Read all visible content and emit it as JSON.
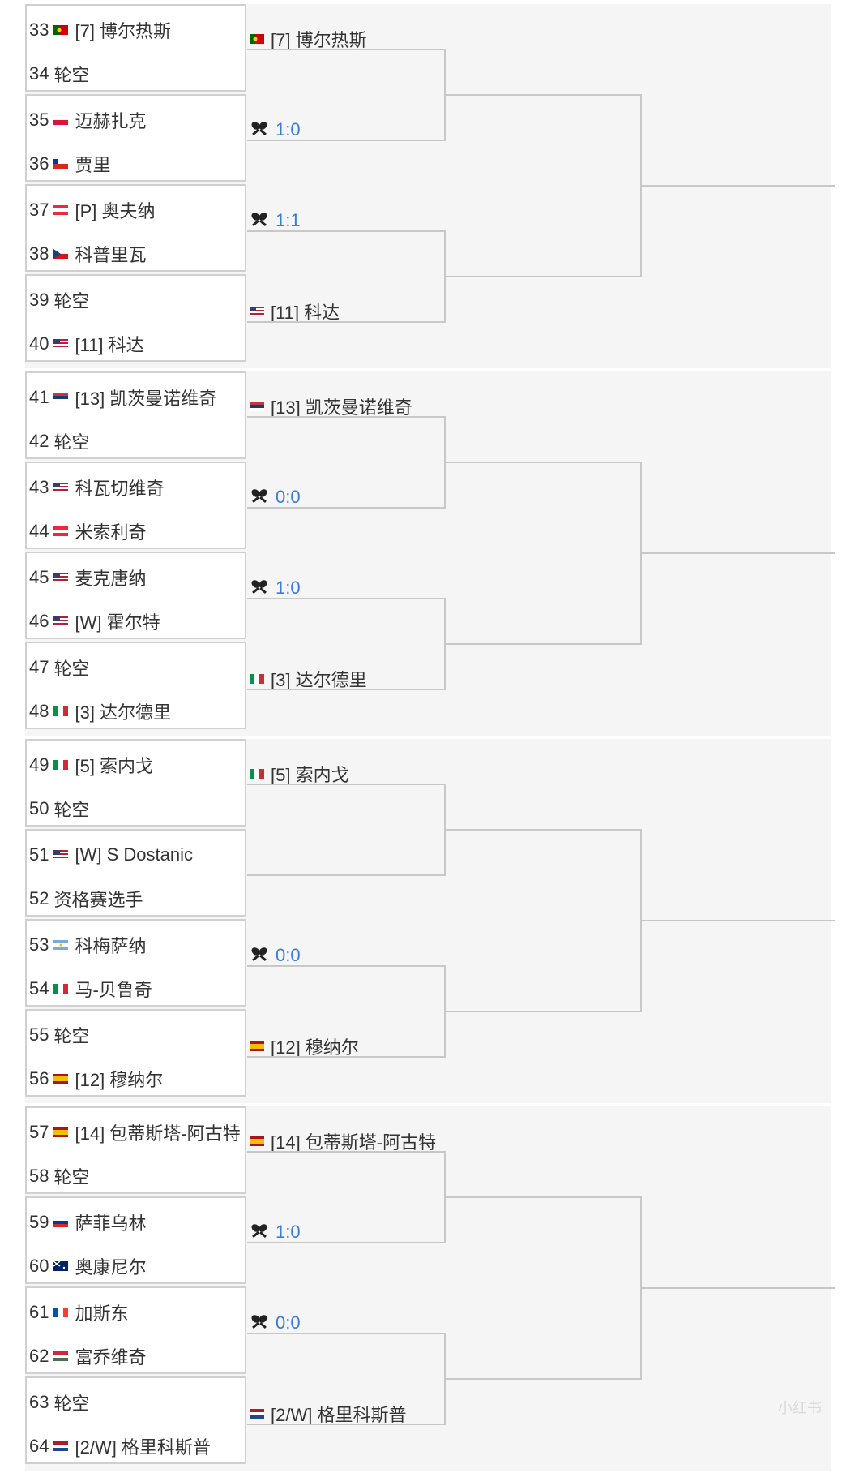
{
  "bracket": {
    "sections": [
      {
        "players": [
          {
            "num": "33",
            "flag": "portugal",
            "name": "[7] 博尔热斯"
          },
          {
            "num": "34",
            "flag": "",
            "name": "轮空"
          },
          {
            "num": "35",
            "flag": "poland",
            "name": "迈赫扎克"
          },
          {
            "num": "36",
            "flag": "chile",
            "name": "贾里"
          },
          {
            "num": "37",
            "flag": "austria",
            "name": "[P] 奥夫纳"
          },
          {
            "num": "38",
            "flag": "czech",
            "name": "科普里瓦"
          },
          {
            "num": "39",
            "flag": "",
            "name": "轮空"
          },
          {
            "num": "40",
            "flag": "usa",
            "name": "[11] 科达"
          }
        ],
        "round2": [
          {
            "type": "player",
            "flag": "portugal",
            "name": "[7] 博尔热斯"
          },
          {
            "type": "score",
            "value": "1:0"
          },
          {
            "type": "score",
            "value": "1:1"
          },
          {
            "type": "player",
            "flag": "usa",
            "name": "[11] 科达"
          }
        ]
      },
      {
        "players": [
          {
            "num": "41",
            "flag": "serbia",
            "name": "[13] 凯茨曼诺维奇"
          },
          {
            "num": "42",
            "flag": "",
            "name": "轮空"
          },
          {
            "num": "43",
            "flag": "usa",
            "name": "科瓦切维奇"
          },
          {
            "num": "44",
            "flag": "austria",
            "name": "米索利奇"
          },
          {
            "num": "45",
            "flag": "usa",
            "name": "麦克唐纳"
          },
          {
            "num": "46",
            "flag": "usa",
            "name": "[W] 霍尔特"
          },
          {
            "num": "47",
            "flag": "",
            "name": "轮空"
          },
          {
            "num": "48",
            "flag": "italy",
            "name": "[3] 达尔德里"
          }
        ],
        "round2": [
          {
            "type": "player",
            "flag": "serbia",
            "name": "[13] 凯茨曼诺维奇"
          },
          {
            "type": "score",
            "value": "0:0"
          },
          {
            "type": "score",
            "value": "1:0"
          },
          {
            "type": "player",
            "flag": "italy",
            "name": "[3] 达尔德里"
          }
        ]
      },
      {
        "players": [
          {
            "num": "49",
            "flag": "italy",
            "name": "[5] 索内戈"
          },
          {
            "num": "50",
            "flag": "",
            "name": "轮空"
          },
          {
            "num": "51",
            "flag": "usa",
            "name": "[W] S Dostanic"
          },
          {
            "num": "52",
            "flag": "",
            "name": "资格赛选手"
          },
          {
            "num": "53",
            "flag": "argentina",
            "name": "科梅萨纳"
          },
          {
            "num": "54",
            "flag": "italy",
            "name": "马-贝鲁奇"
          },
          {
            "num": "55",
            "flag": "",
            "name": "轮空"
          },
          {
            "num": "56",
            "flag": "spain",
            "name": "[12] 穆纳尔"
          }
        ],
        "round2": [
          {
            "type": "player",
            "flag": "italy",
            "name": "[5] 索内戈"
          },
          {
            "type": "empty"
          },
          {
            "type": "score",
            "value": "0:0"
          },
          {
            "type": "player",
            "flag": "spain",
            "name": "[12] 穆纳尔"
          }
        ]
      },
      {
        "players": [
          {
            "num": "57",
            "flag": "spain",
            "name": "[14] 包蒂斯塔-阿古特"
          },
          {
            "num": "58",
            "flag": "",
            "name": "轮空"
          },
          {
            "num": "59",
            "flag": "russia",
            "name": "萨菲乌林"
          },
          {
            "num": "60",
            "flag": "australia",
            "name": "奥康尼尔"
          },
          {
            "num": "61",
            "flag": "france",
            "name": "加斯东"
          },
          {
            "num": "62",
            "flag": "hungary",
            "name": "富乔维奇"
          },
          {
            "num": "63",
            "flag": "",
            "name": "轮空"
          },
          {
            "num": "64",
            "flag": "netherlands",
            "name": "[2/W] 格里科斯普"
          }
        ],
        "round2": [
          {
            "type": "player",
            "flag": "spain",
            "name": "[14] 包蒂斯塔-阿古特"
          },
          {
            "type": "score",
            "value": "1:0"
          },
          {
            "type": "score",
            "value": "0:0"
          },
          {
            "type": "player",
            "flag": "netherlands",
            "name": "[2/W] 格里科斯普"
          }
        ]
      }
    ],
    "colors": {
      "score": "#3a7bd5",
      "line": "#c8c8c8",
      "section_bg": "#f5f5f5",
      "pair_border": "#d0d0d0"
    },
    "icons": {
      "score": "tennis-racket-icon"
    },
    "watermark": "小红书"
  }
}
